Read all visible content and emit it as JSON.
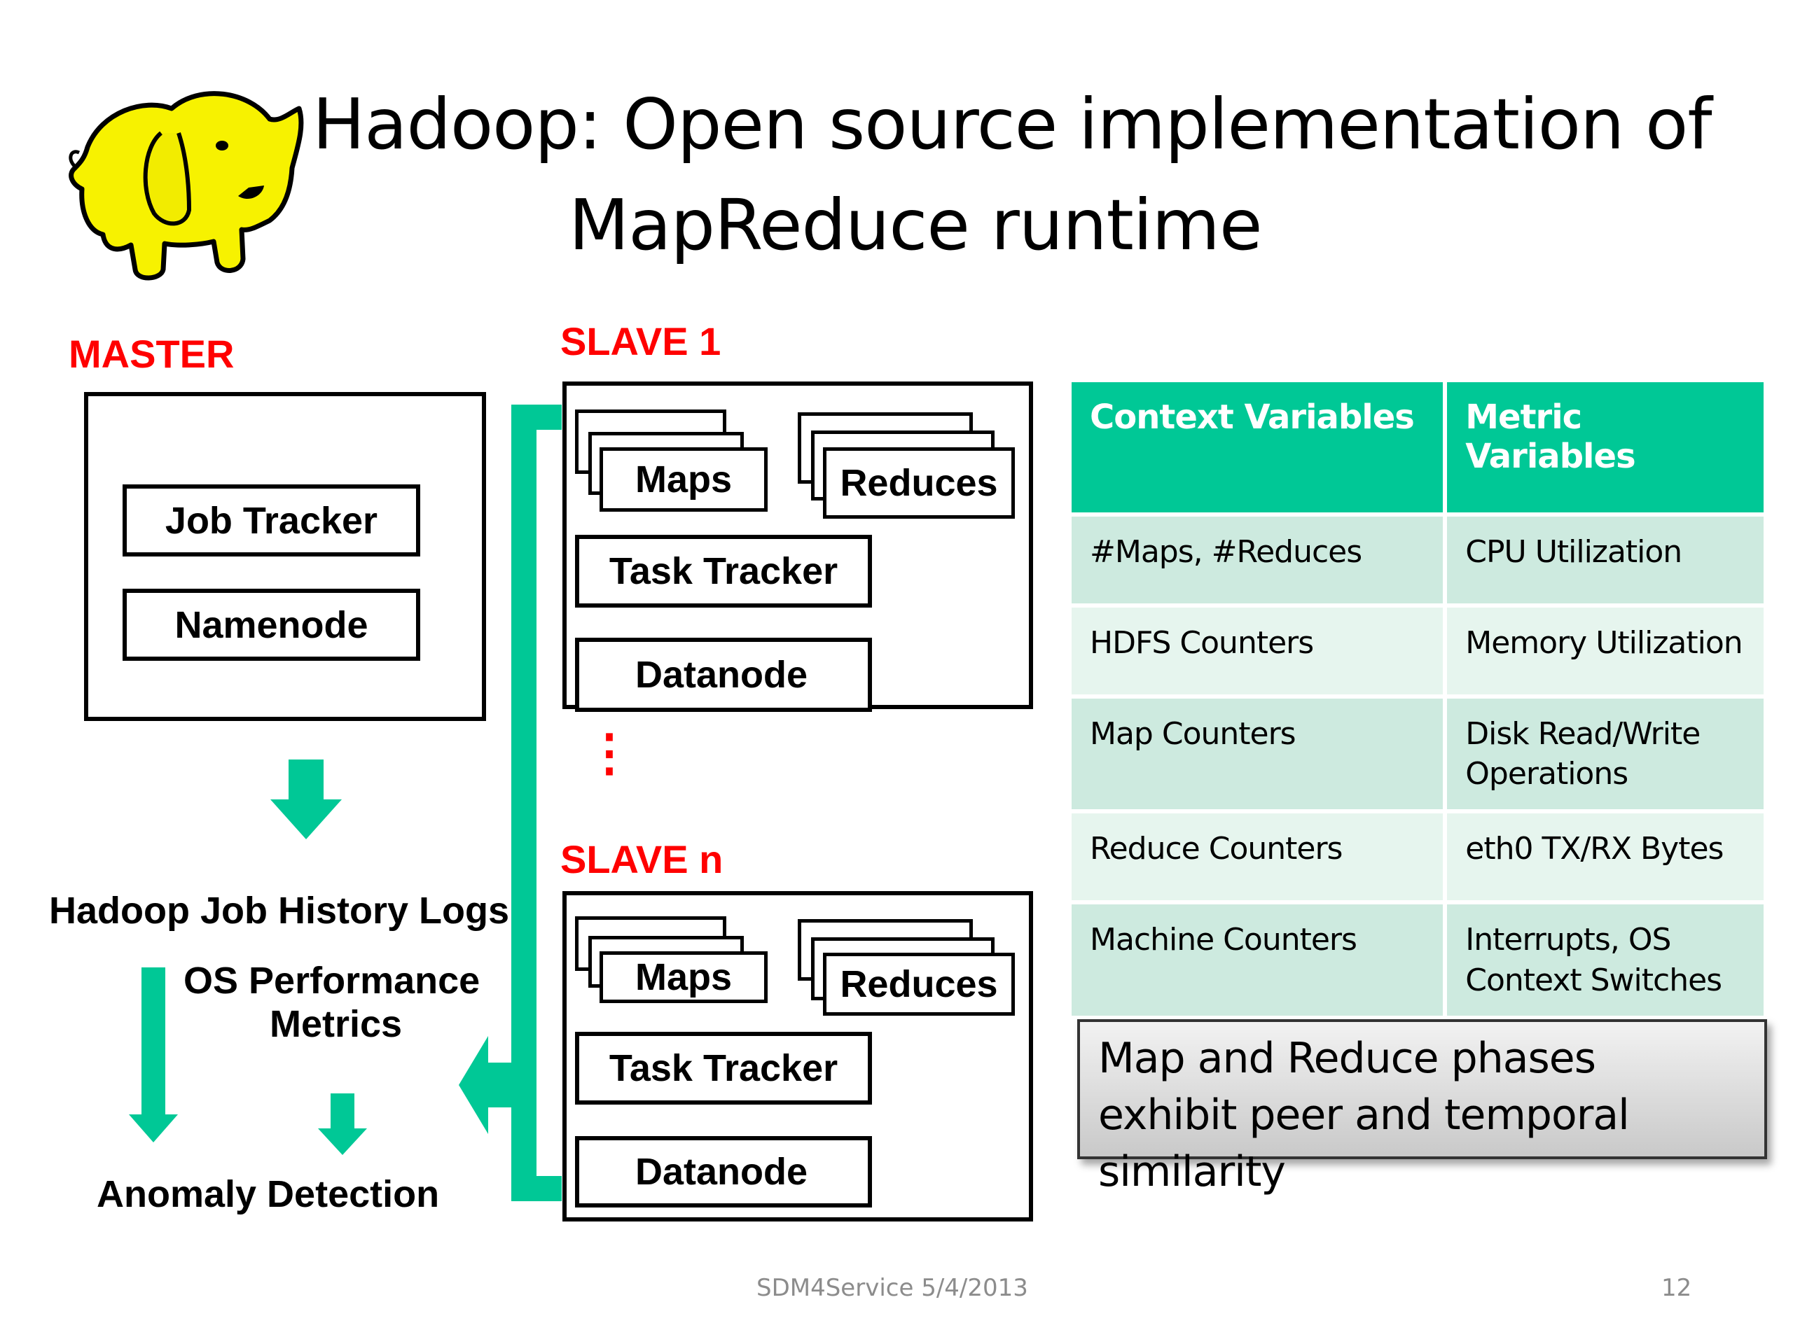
{
  "slide": {
    "title_line1": "Hadoop: Open source implementation of",
    "title_line2": "MapReduce runtime",
    "logo": "hadoop-elephant-icon"
  },
  "master": {
    "label": "MASTER",
    "components": [
      "Job Tracker",
      "Namenode"
    ]
  },
  "flow": {
    "job_history": "Hadoop Job History Logs",
    "os_metrics_line1": "OS Performance",
    "os_metrics_line2": "Metrics",
    "anomaly": "Anomaly Detection"
  },
  "slaves": [
    {
      "label": "SLAVE 1",
      "maps": "Maps",
      "reduces": "Reduces",
      "task_tracker": "Task Tracker",
      "datanode": "Datanode"
    },
    {
      "label": "SLAVE n",
      "maps": "Maps",
      "reduces": "Reduces",
      "task_tracker": "Task Tracker",
      "datanode": "Datanode"
    }
  ],
  "ellipsis": "⋮",
  "table": {
    "headers": [
      "Context Variables",
      "Metric Variables"
    ],
    "rows": [
      [
        "#Maps, #Reduces",
        "CPU Utilization"
      ],
      [
        "HDFS Counters",
        "Memory Utilization"
      ],
      [
        "Map Counters",
        "Disk Read/Write Operations"
      ],
      [
        "Reduce Counters",
        "eth0 TX/RX Bytes"
      ],
      [
        "Machine Counters",
        "Interrupts, OS Context Switches"
      ]
    ]
  },
  "callout": "Map and Reduce phases exhibit peer and temporal similarity",
  "footer": {
    "text": "SDM4Service 5/4/2013",
    "page": "12"
  },
  "colors": {
    "accent_green": "#00c896",
    "label_red": "#ff0000",
    "row_dark": "#cdeadf",
    "row_light": "#e6f5ee"
  }
}
